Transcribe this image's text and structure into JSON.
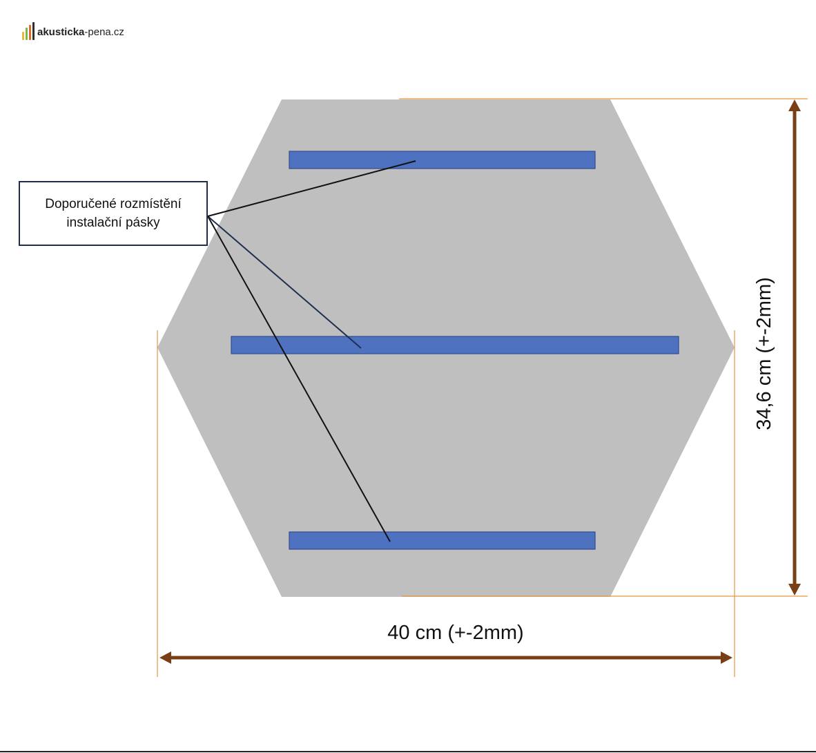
{
  "logo": {
    "brand": "akusticka",
    "suffix": "-pena.cz",
    "bar_colors": [
      "#e8b73a",
      "#7ab648",
      "#e0692a",
      "#2f2f2f"
    ]
  },
  "callout": {
    "line1": "Doporučené rozmístění",
    "line2": "instalační pásky"
  },
  "dimensions": {
    "width_label": "40 cm (+-2mm)",
    "height_label": "34,6 cm (+-2mm)"
  },
  "colors": {
    "panel": "#bfbfbf",
    "tape": "#4f72c0",
    "tape_border": "#2f4c8f",
    "arrow": "#7a3f16",
    "guide": "#e7963f",
    "leader": "#111111"
  }
}
